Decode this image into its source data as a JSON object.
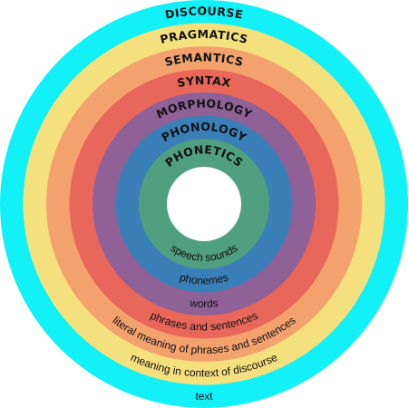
{
  "diagram": {
    "background": "#ffffff",
    "center_color": "#ffffff",
    "rings": [
      {
        "id": "discourse",
        "title": "DISCOURSE",
        "description": "text",
        "color": "#11f1f7"
      },
      {
        "id": "pragmatics",
        "title": "PRAGMATICS",
        "description": "meaning in context of discourse",
        "color": "#f5e07e"
      },
      {
        "id": "semantics",
        "title": "SEMANTICS",
        "description": "literal meaning of phrases and sentences",
        "color": "#f4a26d"
      },
      {
        "id": "syntax",
        "title": "SYNTAX",
        "description": "phrases and sentences",
        "color": "#e8675a"
      },
      {
        "id": "morphology",
        "title": "MORPHOLOGY",
        "description": "words",
        "color": "#8f6196"
      },
      {
        "id": "phonology",
        "title": "PHONOLOGY",
        "description": "phonemes",
        "color": "#3b7fb8"
      },
      {
        "id": "phonetics",
        "title": "PHONETICS",
        "description": "speech sounds",
        "color": "#4f9f80"
      }
    ]
  }
}
